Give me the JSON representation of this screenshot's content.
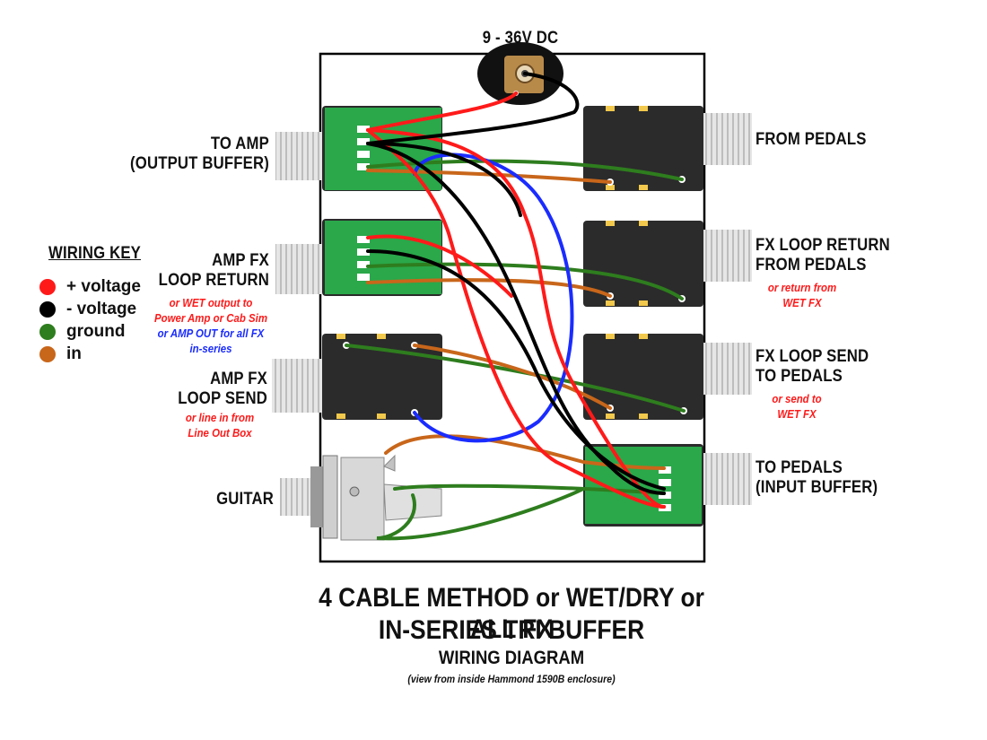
{
  "power_label": "9 - 36V DC",
  "jacks_left": {
    "to_amp": {
      "line1": "TO AMP",
      "line2": "(OUTPUT BUFFER)"
    },
    "amp_fx_return": {
      "line1": "AMP FX",
      "line2": "LOOP RETURN",
      "note1": "or WET output to",
      "note2": "Power Amp or Cab Sim",
      "note3": "or AMP OUT for all FX",
      "note4": "in-series"
    },
    "amp_fx_send": {
      "line1": "AMP FX",
      "line2": "LOOP SEND",
      "note1": "or  line in from",
      "note2": "Line Out Box"
    },
    "guitar": {
      "line1": "GUITAR"
    }
  },
  "jacks_right": {
    "from_pedals": {
      "line1": "FROM PEDALS"
    },
    "fx_loop_return": {
      "line1": "FX LOOP RETURN",
      "line2": "FROM PEDALS",
      "note1": "or  return from",
      "note2": "WET FX"
    },
    "fx_loop_send": {
      "line1": "FX LOOP SEND",
      "line2": "TO PEDALS",
      "note1": "or  send to",
      "note2": "WET FX"
    },
    "to_pedals": {
      "line1": "TO PEDALS",
      "line2": "(INPUT BUFFER)"
    }
  },
  "wiring_key": {
    "title": "WIRING KEY",
    "items": [
      {
        "label": "+ voltage",
        "color": "#ff1a1a"
      },
      {
        "label": "- voltage",
        "color": "#000000"
      },
      {
        "label": "ground",
        "color": "#2e7d1e"
      },
      {
        "label": "in",
        "color": "#c8661a"
      }
    ]
  },
  "title": {
    "line1": "4 CABLE METHOD or WET/DRY or ALL FX",
    "line2": "IN-SERIES TRI BUFFER",
    "line3": "WIRING DIAGRAM",
    "line4": "(view from inside Hammond 1590B enclosure)"
  },
  "colors": {
    "plus_voltage": "#ff1a1a",
    "minus_voltage": "#000000",
    "ground": "#2e7d1e",
    "input": "#c8661a",
    "blue_wire": "#1a2cff",
    "pcb": "#2aa84a",
    "jack_body": "#2b2b2b"
  }
}
